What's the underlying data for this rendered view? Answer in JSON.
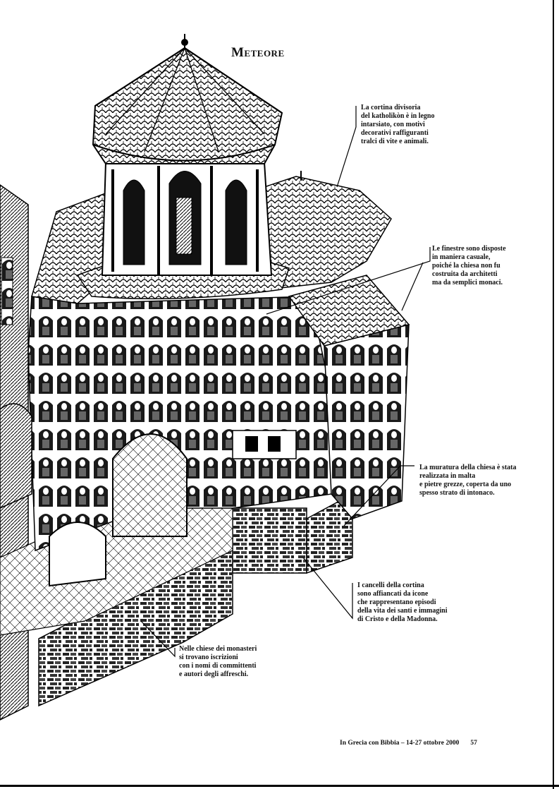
{
  "page": {
    "title": "Meteore",
    "captions": {
      "cortina": "La cortina divisoria\ndel katholikòn è in legno\nintarsiato, con motivi\ndecorativi raffiguranti\ntralci di vite e animali.",
      "finestre": "Le finestre sono disposte\nin maniera casuale,\npoiché la chiesa non fu\ncostruita da architetti\nma da semplici monaci.",
      "muratura": "La muratura della chiesa è stata\nrealizzata in malta\ne pietre grezze, coperta da uno\nspesso strato di intonaco.",
      "cancelli": "I cancelli della cortina\nsono affiancati da icone\nche rappresentano episodi\ndella vita dei santi e immagini\ndi Cristo e della Madonna.",
      "chiese": "Nelle chiese dei monasteri\nsi trovano iscrizioni\ncon i nomi di committenti\ne autori degli affreschi."
    },
    "footer": {
      "text": "In Grecia con Bibbia – 14-27 ottobre 2000",
      "page_number": "57"
    }
  }
}
